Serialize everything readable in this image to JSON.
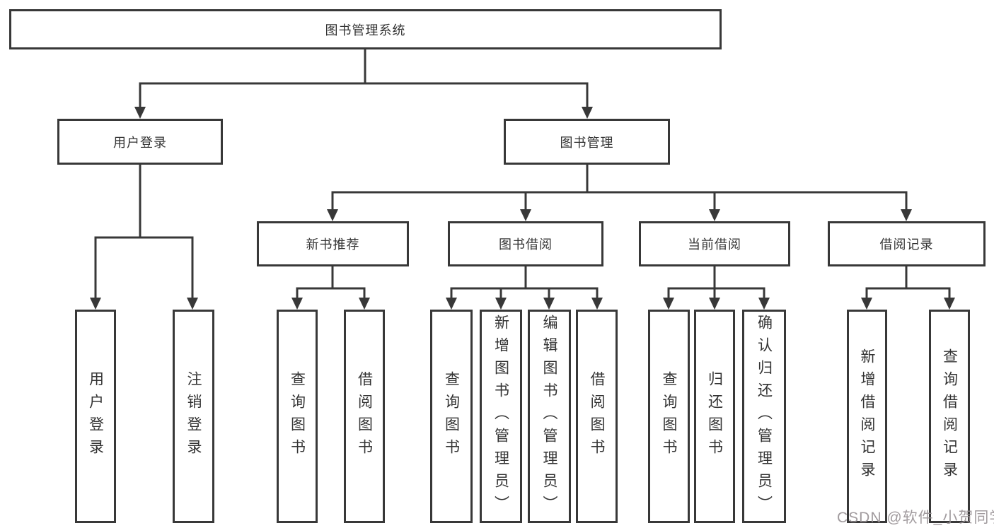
{
  "tree": {
    "label": "图书管理系统",
    "children": [
      {
        "label": "用户登录",
        "children": [
          {
            "label": "用户登录"
          },
          {
            "label": "注销登录"
          }
        ]
      },
      {
        "label": "图书管理",
        "children": [
          {
            "label": "新书推荐",
            "children": [
              {
                "label": "查询图书"
              },
              {
                "label": "借阅图书"
              }
            ]
          },
          {
            "label": "图书借阅",
            "children": [
              {
                "label": "查询图书"
              },
              {
                "label": "新增图书（管理员）"
              },
              {
                "label": "编辑图书（管理员）"
              },
              {
                "label": "借阅图书"
              }
            ]
          },
          {
            "label": "当前借阅",
            "children": [
              {
                "label": "查询图书"
              },
              {
                "label": "归还图书"
              },
              {
                "label": "确认归还（管理员）"
              }
            ]
          },
          {
            "label": "借阅记录",
            "children": [
              {
                "label": "新增借阅记录"
              },
              {
                "label": "查询借阅记录"
              }
            ]
          }
        ]
      }
    ]
  },
  "watermark": {
    "text": "CSDN @软件_小贺同学"
  },
  "colors": {
    "line": "#383838",
    "text": "#333333",
    "background": "#ffffff",
    "watermark": "#979093"
  }
}
